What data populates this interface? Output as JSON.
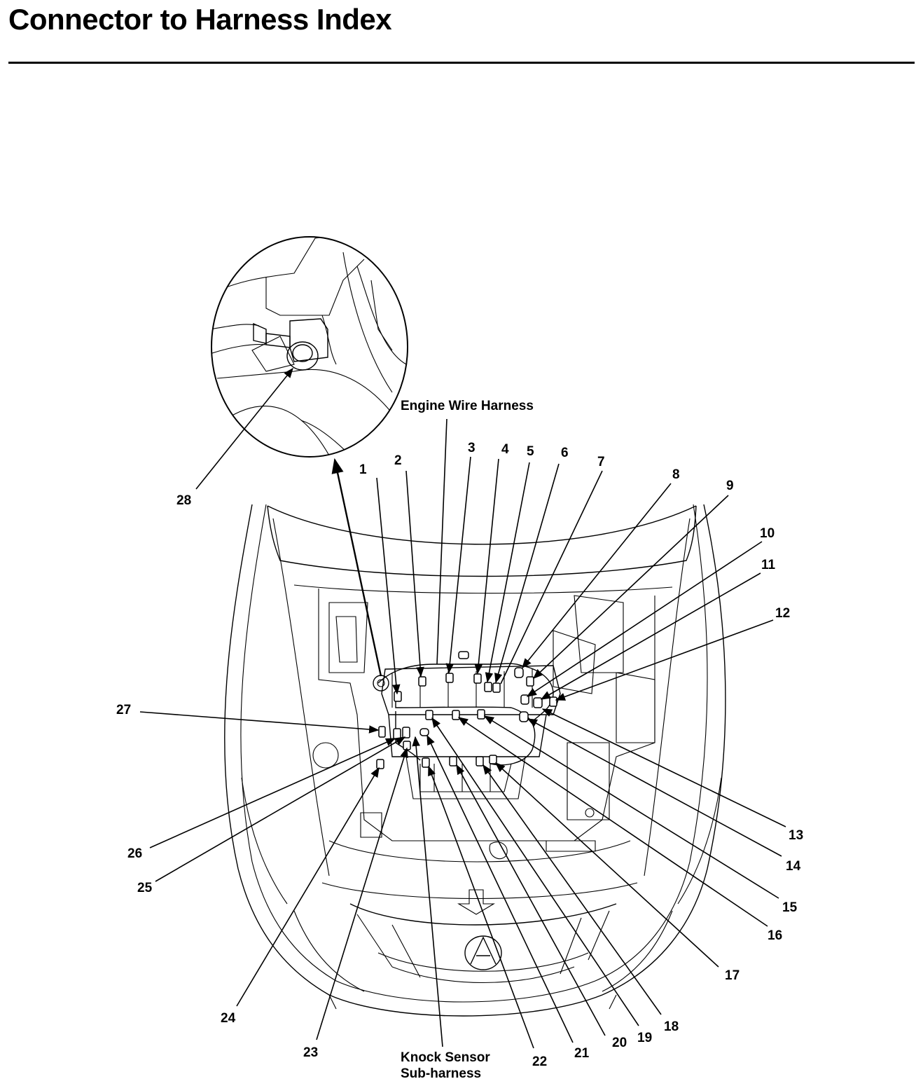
{
  "header": {
    "title": "Connector to Harness Index"
  },
  "labels": {
    "engine_wire_harness": "Engine Wire Harness",
    "knock_sensor_line1": "Knock Sensor",
    "knock_sensor_line2": "Sub-harness"
  },
  "callouts": [
    "1",
    "2",
    "3",
    "4",
    "5",
    "6",
    "7",
    "8",
    "9",
    "10",
    "11",
    "12",
    "13",
    "14",
    "15",
    "16",
    "17",
    "18",
    "19",
    "20",
    "21",
    "22",
    "23",
    "24",
    "25",
    "26",
    "27",
    "28"
  ]
}
